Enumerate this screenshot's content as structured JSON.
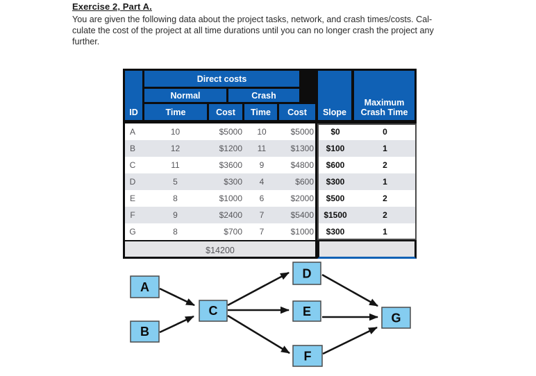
{
  "page": {
    "title": "Exercise 2, Part A.",
    "paragraph_lines": [
      "You are given the following data about the project tasks, network, and crash times/costs. Cal-",
      "culate the cost of the project at all time durations until you can no longer crash the project any",
      "further."
    ]
  },
  "table": {
    "headers": {
      "id": "ID",
      "direct_costs": "Direct costs",
      "normal": "Normal",
      "crash": "Crash",
      "normal_time": "Time",
      "normal_cost": "Cost",
      "crash_time": "Time",
      "crash_cost": "Cost",
      "slope": "Slope",
      "max_crash_line1": "Maximum",
      "max_crash_line2": "Crash Time"
    },
    "rows": [
      {
        "id": "A",
        "normal_time": "10",
        "normal_cost": "$5000",
        "crash_time": "10",
        "crash_cost": "$5000",
        "slope": "$0",
        "max_crash": "0"
      },
      {
        "id": "B",
        "normal_time": "12",
        "normal_cost": "$1200",
        "crash_time": "11",
        "crash_cost": "$1300",
        "slope": "$100",
        "max_crash": "1"
      },
      {
        "id": "C",
        "normal_time": "11",
        "normal_cost": "$3600",
        "crash_time": "9",
        "crash_cost": "$4800",
        "slope": "$600",
        "max_crash": "2"
      },
      {
        "id": "D",
        "normal_time": "5",
        "normal_cost": "$300",
        "crash_time": "4",
        "crash_cost": "$600",
        "slope": "$300",
        "max_crash": "1"
      },
      {
        "id": "E",
        "normal_time": "8",
        "normal_cost": "$1000",
        "crash_time": "6",
        "crash_cost": "$2000",
        "slope": "$500",
        "max_crash": "2"
      },
      {
        "id": "F",
        "normal_time": "9",
        "normal_cost": "$2400",
        "crash_time": "7",
        "crash_cost": "$5400",
        "slope": "$1500",
        "max_crash": "2"
      },
      {
        "id": "G",
        "normal_time": "8",
        "normal_cost": "$700",
        "crash_time": "7",
        "crash_cost": "$1000",
        "slope": "$300",
        "max_crash": "1"
      }
    ],
    "total_normal_cost": "$14200"
  },
  "diagram": {
    "nodes": [
      {
        "id": "A"
      },
      {
        "id": "B"
      },
      {
        "id": "C"
      },
      {
        "id": "D"
      },
      {
        "id": "E"
      },
      {
        "id": "F"
      },
      {
        "id": "G"
      }
    ],
    "edges": [
      {
        "from": "A",
        "to": "C"
      },
      {
        "from": "B",
        "to": "C"
      },
      {
        "from": "C",
        "to": "D"
      },
      {
        "from": "C",
        "to": "E"
      },
      {
        "from": "C",
        "to": "F"
      },
      {
        "from": "D",
        "to": "G"
      },
      {
        "from": "E",
        "to": "G"
      },
      {
        "from": "F",
        "to": "G"
      }
    ]
  },
  "colors": {
    "header_blue": "#1061b5",
    "node_blue": "#85cdf0",
    "row_stripe": "#e2e4e9",
    "total_gray": "#e4e4e6",
    "border_black": "#0d0d0d"
  }
}
